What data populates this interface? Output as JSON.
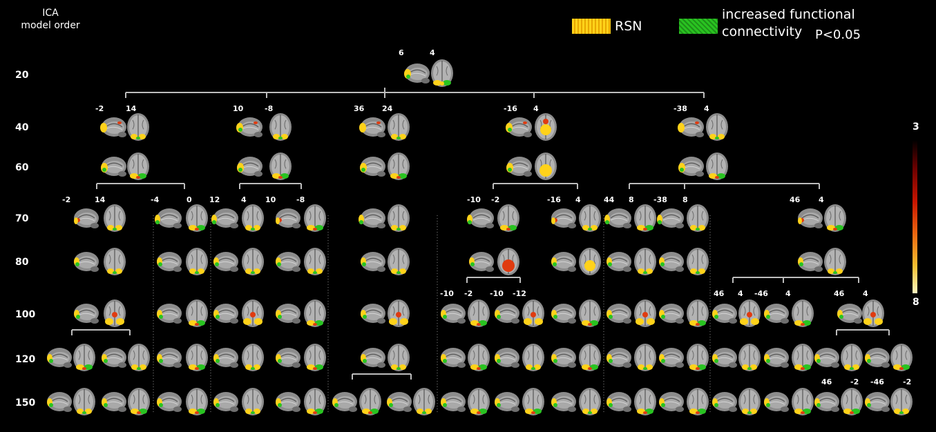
{
  "header": {
    "line1": "ICA",
    "line2": "model order"
  },
  "legend": {
    "rsn_label": "RSN",
    "fc_label_line1": "increased functional",
    "fc_label_line2": "connectivity",
    "p_value": "P<0.05",
    "rsn_color": "#ffd21a",
    "fc_color": "#29c321"
  },
  "colorbar": {
    "max": "3",
    "min": "8"
  },
  "model_orders": [
    "20",
    "40",
    "60",
    "70",
    "80",
    "100",
    "120",
    "150"
  ],
  "coords": {
    "r20": [
      "6",
      "4"
    ],
    "r40": [
      "-2",
      "14",
      "10",
      "-8",
      "36",
      "24",
      "-16",
      "4",
      "-38",
      "4"
    ],
    "r70": [
      "-2",
      "14",
      "-4",
      "0",
      "12",
      "4",
      "10",
      "-8",
      "-10",
      "-2",
      "-16",
      "4",
      "44",
      "8",
      "-38",
      "8",
      "46",
      "4"
    ],
    "r100": [
      "-10",
      "-2",
      "-10",
      "-12",
      "46",
      "4",
      "-46",
      "4",
      "46",
      "4"
    ],
    "r150": [
      "46",
      "-2",
      "-46",
      "-2"
    ]
  }
}
